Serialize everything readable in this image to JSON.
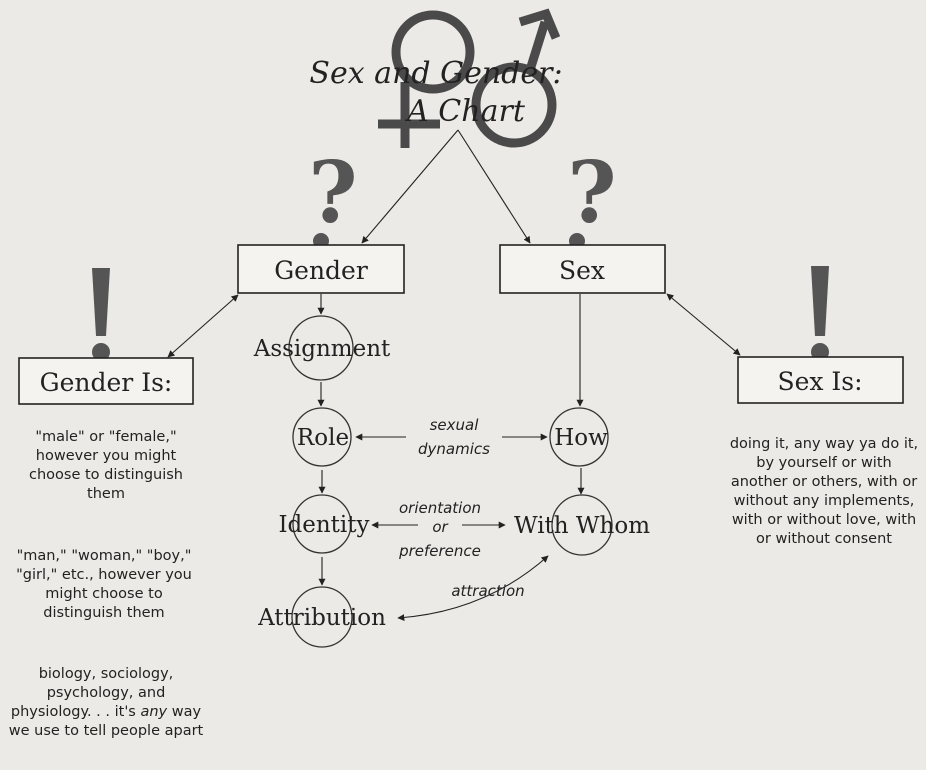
{
  "title": {
    "line1": "Sex and Gender:",
    "line2": "A Chart"
  },
  "boxes": {
    "gender": "Gender",
    "sex": "Sex",
    "gender_is": "Gender Is:",
    "sex_is": "Sex Is:"
  },
  "nodes": {
    "assignment": "Assignment",
    "role": "Role",
    "identity": "Identity",
    "attribution": "Attribution",
    "how": "How",
    "with_whom": "With Whom"
  },
  "connector_labels": {
    "sexual_dynamics_1": "sexual",
    "sexual_dynamics_2": "dynamics",
    "orientation_1": "orientation",
    "orientation_2": "or",
    "orientation_3": "preference",
    "attraction": "attraction"
  },
  "marks": {
    "question": "?",
    "exclaim": "!"
  },
  "gender_definitions": {
    "p1": "\"male\" or \"female,\" however you might choose to distinguish them",
    "p2": "\"man,\" \"woman,\" \"boy,\" \"girl,\" etc., however you might choose to distinguish them",
    "p3_pre": "biology, sociology, psychology, and physiology. . . it's ",
    "p3_em": "any",
    "p3_post": " way we use to tell people apart"
  },
  "sex_definition": "doing it, any way ya do it, by yourself or with another or others, with or without any implements, with or without love, with or without consent",
  "colors": {
    "background": "#eceae6",
    "ink": "#222222",
    "symbol": "#4a4a4a",
    "mark": "#555555"
  }
}
